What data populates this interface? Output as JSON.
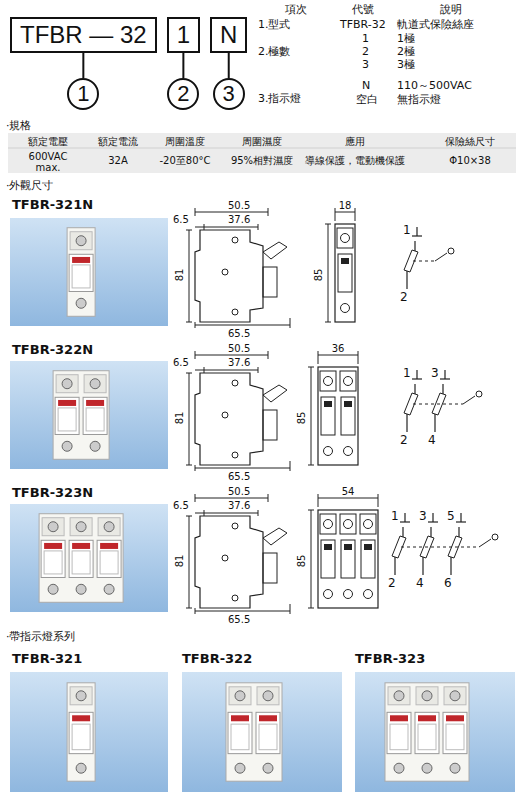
{
  "diagram": {
    "nodes": [
      {
        "text": [
          "TFBR — 32"
        ]
      },
      {
        "text": [
          "1"
        ]
      },
      {
        "text": [
          "N"
        ]
      },
      {
        "text": [
          "1"
        ]
      },
      {
        "text": [
          "2"
        ]
      },
      {
        "text": [
          "3"
        ]
      }
    ],
    "edges": [
      {
        "from": 0,
        "to": 3,
        "arrow": "none"
      },
      {
        "from": 1,
        "to": 4,
        "arrow": "none"
      },
      {
        "from": 2,
        "to": 5,
        "arrow": "none"
      }
    ],
    "labels": [
      "項次",
      "代號",
      "說明",
      "1.型式",
      "TFBR-32",
      "軌道式保險絲座",
      "2.極數",
      "1",
      "2",
      "3",
      "1極",
      "2極",
      "3極",
      "3.指示燈",
      "N",
      "空白",
      "110～500VAC",
      "無指示燈",
      "·規格",
      "額定電壓",
      "額定電流",
      "周圍溫度",
      "周圍濕度",
      "應用",
      "保險絲尺寸",
      "600VAC max.",
      "32A",
      "-20至80°C",
      "95%相對濕度",
      "導線保護，電動機保護",
      "Φ10×38",
      "·外觀尺寸",
      "TFBR-321N",
      "6.5",
      "50.5",
      "37.6",
      "81",
      "65.5",
      "18",
      "85",
      "1",
      "2",
      "TFBR-322N",
      "6.5",
      "50.5",
      "37.6",
      "81",
      "65.5",
      "36",
      "85",
      "1",
      "3",
      "2",
      "4",
      "TFBR-323N",
      "6.5",
      "50.5",
      "37.6",
      "81",
      "65.5",
      "54",
      "85",
      "1",
      "3",
      "5",
      "2",
      "4",
      "6",
      "·帶指示燈系列",
      "TFBR-321",
      "TFBR-322",
      "TFBR-323"
    ]
  }
}
